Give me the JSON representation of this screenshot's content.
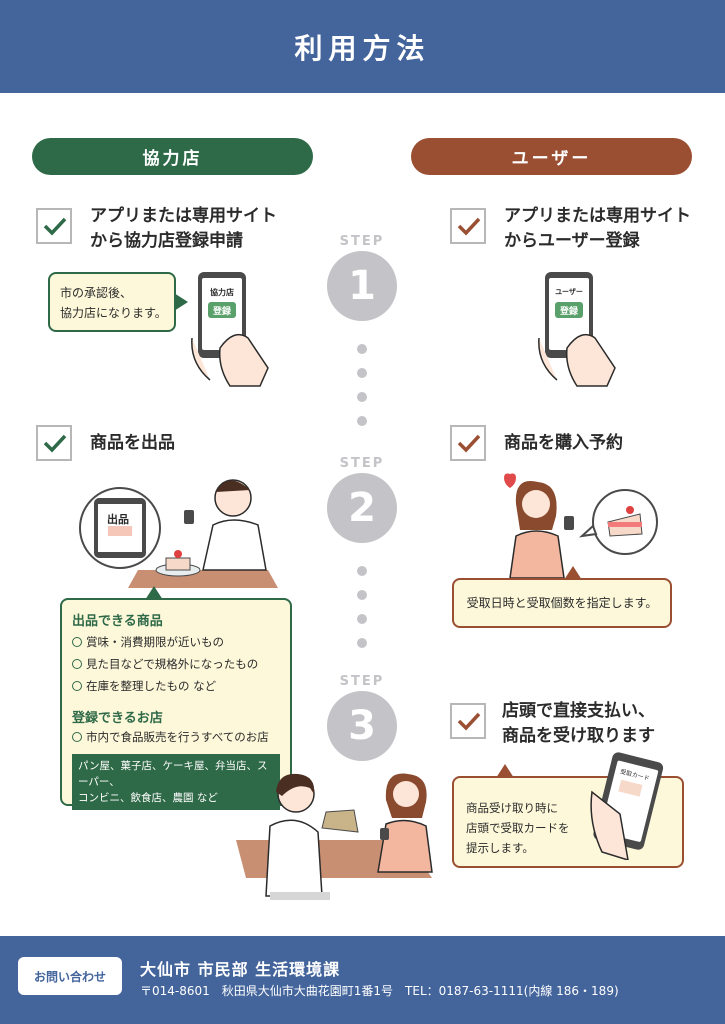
{
  "header": {
    "title": "利用方法"
  },
  "columns": {
    "partner": "協力店",
    "user": "ユーザー"
  },
  "steps": {
    "label": "STEP",
    "n1": "1",
    "n2": "2",
    "n3": "3"
  },
  "partner": {
    "s1_line1": "アプリまたは専用サイト",
    "s1_line2": "から協力店登録申請",
    "approval_line1": "市の承認後、",
    "approval_line2": "協力店になります。",
    "phone_title": "協力店",
    "phone_button": "登録",
    "s2_title": "商品を出品",
    "phone2_title": "出品",
    "can_list_head": "出品できる商品",
    "can_list": [
      "賞味・消費期限が近いもの",
      "見た目などで規格外になったもの",
      "在庫を整理したもの など"
    ],
    "stores_head": "登録できるお店",
    "stores_item": "市内で食品販売を行うすべてのお店",
    "stores_examples_line1": "パン屋、菓子店、ケーキ屋、弁当店、スーパー、",
    "stores_examples_line2": "コンビニ、飲食店、農園 など"
  },
  "user": {
    "s1_line1": "アプリまたは専用サイト",
    "s1_line2": "からユーザー登録",
    "phone_title": "ユーザー",
    "phone_button": "登録",
    "s2_title": "商品を購入予約",
    "s2_note": "受取日時と受取個数を指定します。",
    "s3_line1": "店頭で直接支払い、",
    "s3_line2": "商品を受け取ります",
    "s3_note_line1": "商品受け取り時に",
    "s3_note_line2": "店頭で受取カードを",
    "s3_note_line3": "提示します。",
    "card_label": "受取カード"
  },
  "footer": {
    "contact": "お問い合わせ",
    "dept": "大仙市 市民部 生活環境課",
    "address": "〒014-8601　秋田県大仙市大曲花園町1番1号　TEL：0187-63-1111(内線 186・189)"
  },
  "colors": {
    "header": "#44659c",
    "partner": "#2f6a48",
    "user": "#9a4f33",
    "note_bg": "#fdf8da",
    "step_gray": "#c4c4c8"
  }
}
